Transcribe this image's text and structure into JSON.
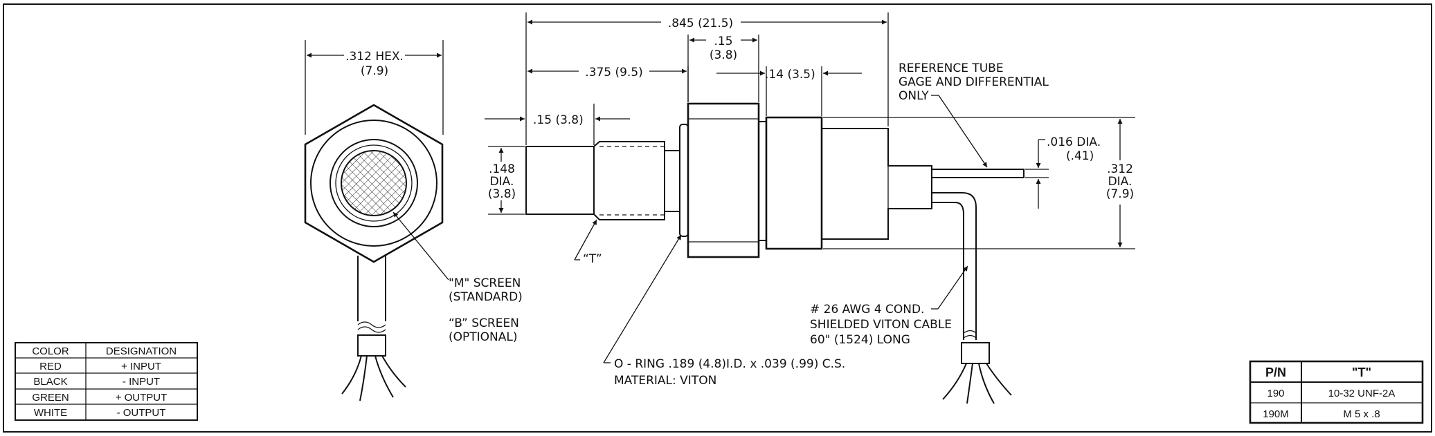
{
  "dimensions": {
    "hex_width": ".312 HEX.",
    "hex_width_mm": "(7.9)",
    "overall_length": ".845 (21.5)",
    "hex_length": ".15",
    "hex_length_mm": "(3.8)",
    "port_length": ".375 (9.5)",
    "body_length": ".14 (3.5)",
    "tip_length": ".15 (3.8)",
    "tip_dia_1": ".148",
    "tip_dia_2": "DIA.",
    "tip_dia_3": "(3.8)",
    "tube_dia": ".016 DIA.",
    "tube_dia_mm": "(.41)",
    "body_dia_1": ".312",
    "body_dia_2": "DIA.",
    "body_dia_3": "(7.9)"
  },
  "callouts": {
    "ref_tube_1": "REFERENCE TUBE",
    "ref_tube_2": "GAGE AND DIFFERENTIAL",
    "ref_tube_3": "ONLY",
    "thread": "“T”",
    "m_screen_1": "\"M\" SCREEN",
    "m_screen_2": "(STANDARD)",
    "b_screen_1": "“B” SCREEN",
    "b_screen_2": "(OPTIONAL)",
    "oring_1": "O - RING .189 (4.8)I.D. x .039 (.99) C.S.",
    "oring_2": "MATERIAL: VITON",
    "cable_1": "# 26 AWG 4 COND.",
    "cable_2": "SHIELDED VITON CABLE",
    "cable_3": "60\" (1524) LONG"
  },
  "wire_table": {
    "headers": [
      "COLOR",
      "DESIGNATION"
    ],
    "rows": [
      [
        "RED",
        "+ INPUT"
      ],
      [
        "BLACK",
        "- INPUT"
      ],
      [
        "GREEN",
        "+ OUTPUT"
      ],
      [
        "WHITE",
        "- OUTPUT"
      ]
    ]
  },
  "part_table": {
    "headers": [
      "P/N",
      "\"T\""
    ],
    "rows": [
      [
        "190",
        "10-32 UNF-2A"
      ],
      [
        "190M",
        "M 5 x .8"
      ]
    ]
  }
}
